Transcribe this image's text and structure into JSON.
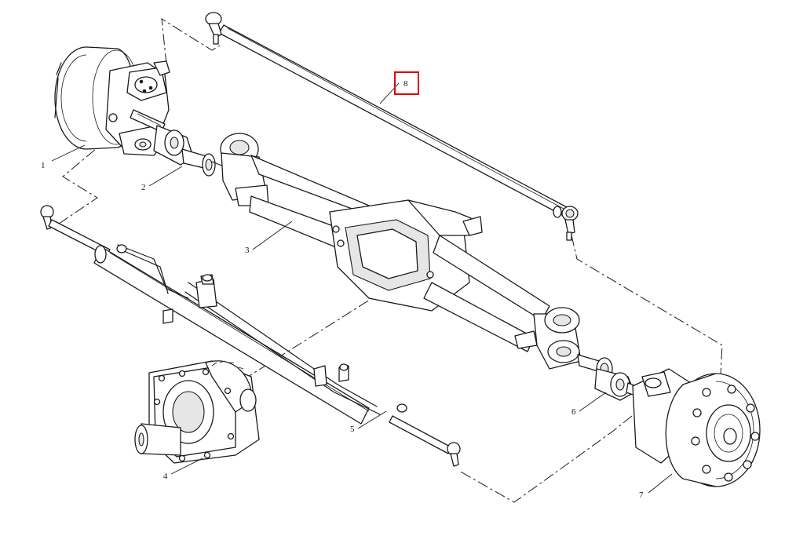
{
  "callouts": [
    {
      "id": "1",
      "label": "1"
    },
    {
      "id": "2",
      "label": "2"
    },
    {
      "id": "3",
      "label": "3"
    },
    {
      "id": "4",
      "label": "4"
    },
    {
      "id": "5",
      "label": "5"
    },
    {
      "id": "6",
      "label": "6"
    },
    {
      "id": "7",
      "label": "7"
    },
    {
      "id": "8",
      "label": "8"
    }
  ],
  "highlight": {
    "target": "8",
    "color": "#e00000"
  },
  "colors": {
    "line": "#1a1a1a",
    "background": "#ffffff",
    "highlight": "#e00000"
  }
}
